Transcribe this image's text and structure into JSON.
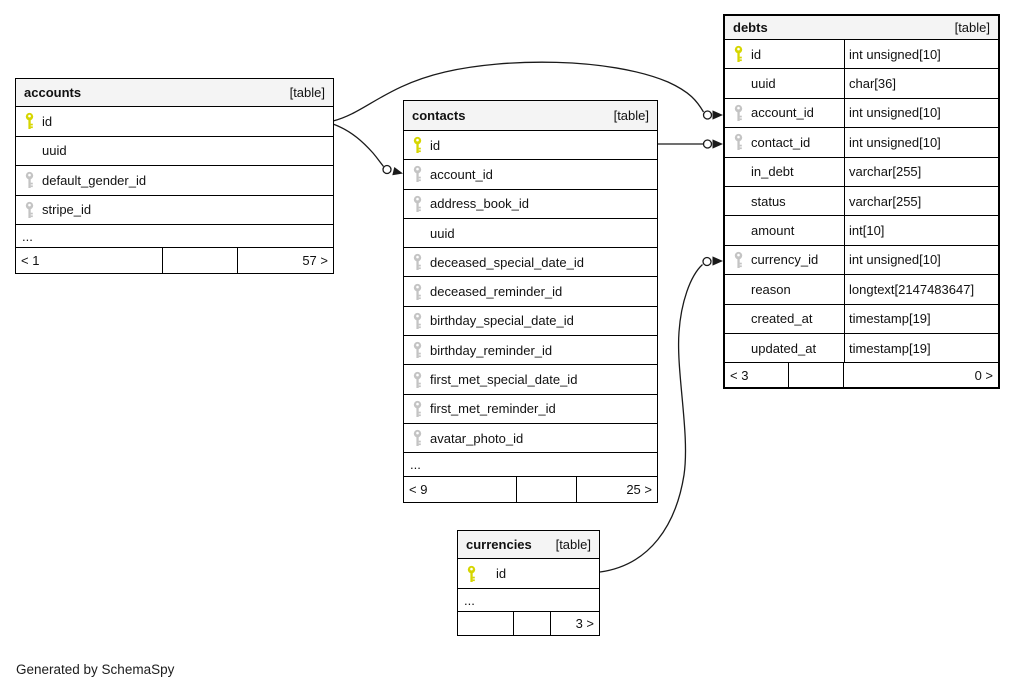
{
  "note": "Generated by SchemaSpy",
  "colors": {
    "primary_key": "#d6d600",
    "foreign_key": "#c4c4c4",
    "header_bg": "#f4f4f4",
    "border": "#000000",
    "text": "#111111"
  },
  "tables": [
    {
      "name": "accounts",
      "tag": "[table]",
      "two_col": false,
      "rows": [
        {
          "name": "id",
          "key": "pk"
        },
        {
          "name": "uuid",
          "key": null
        },
        {
          "name": "default_gender_id",
          "key": "fk"
        },
        {
          "name": "stripe_id",
          "key": "fk"
        },
        {
          "name": "...",
          "ellipsis": true
        }
      ],
      "footer": [
        "< 1",
        "",
        "57 >"
      ]
    },
    {
      "name": "contacts",
      "tag": "[table]",
      "two_col": false,
      "rows": [
        {
          "name": "id",
          "key": "pk"
        },
        {
          "name": "account_id",
          "key": "fk"
        },
        {
          "name": "address_book_id",
          "key": "fk"
        },
        {
          "name": "uuid",
          "key": null
        },
        {
          "name": "deceased_special_date_id",
          "key": "fk"
        },
        {
          "name": "deceased_reminder_id",
          "key": "fk"
        },
        {
          "name": "birthday_special_date_id",
          "key": "fk"
        },
        {
          "name": "birthday_reminder_id",
          "key": "fk"
        },
        {
          "name": "first_met_special_date_id",
          "key": "fk"
        },
        {
          "name": "first_met_reminder_id",
          "key": "fk"
        },
        {
          "name": "avatar_photo_id",
          "key": "fk"
        },
        {
          "name": "...",
          "ellipsis": true
        }
      ],
      "footer": [
        "< 9",
        "",
        "25 >"
      ]
    },
    {
      "name": "debts",
      "tag": "[table]",
      "two_col": true,
      "rows": [
        {
          "name": "id",
          "key": "pk",
          "type": "int unsigned[10]"
        },
        {
          "name": "uuid",
          "key": null,
          "type": "char[36]"
        },
        {
          "name": "account_id",
          "key": "fk",
          "type": "int unsigned[10]"
        },
        {
          "name": "contact_id",
          "key": "fk",
          "type": "int unsigned[10]"
        },
        {
          "name": "in_debt",
          "key": null,
          "type": "varchar[255]"
        },
        {
          "name": "status",
          "key": null,
          "type": "varchar[255]"
        },
        {
          "name": "amount",
          "key": null,
          "type": "int[10]"
        },
        {
          "name": "currency_id",
          "key": "fk",
          "type": "int unsigned[10]"
        },
        {
          "name": "reason",
          "key": null,
          "type": "longtext[2147483647]"
        },
        {
          "name": "created_at",
          "key": null,
          "type": "timestamp[19]"
        },
        {
          "name": "updated_at",
          "key": null,
          "type": "timestamp[19]"
        }
      ],
      "footer": [
        "< 3",
        "",
        "0 >"
      ]
    },
    {
      "name": "currencies",
      "tag": "[table]",
      "two_col": false,
      "rows": [
        {
          "name": "id",
          "key": "pk"
        },
        {
          "name": "...",
          "ellipsis": true
        }
      ],
      "footer": [
        "",
        "",
        "3 >"
      ]
    }
  ],
  "relationships": [
    {
      "from": "accounts.id",
      "to": "debts.account_id"
    },
    {
      "from": "accounts.id",
      "to": "contacts.account_id"
    },
    {
      "from": "contacts.id",
      "to": "debts.contact_id"
    },
    {
      "from": "currencies.id",
      "to": "debts.currency_id"
    }
  ]
}
